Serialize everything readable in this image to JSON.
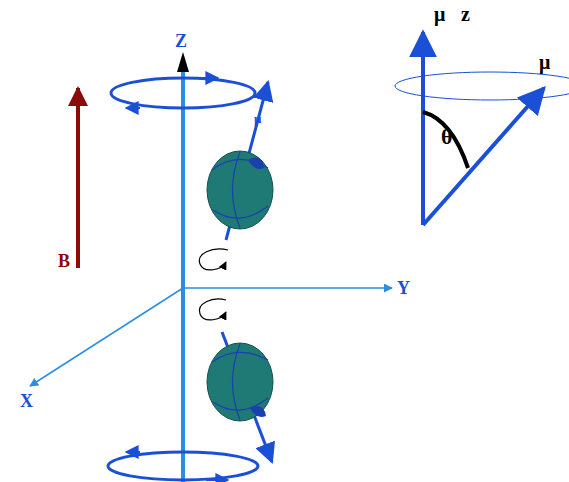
{
  "diagram": {
    "labels": [
      "Z",
      "Y",
      "X",
      "B",
      "μ⃗",
      "μ⃗z",
      "μ⃗",
      "θ"
    ]
  }
}
